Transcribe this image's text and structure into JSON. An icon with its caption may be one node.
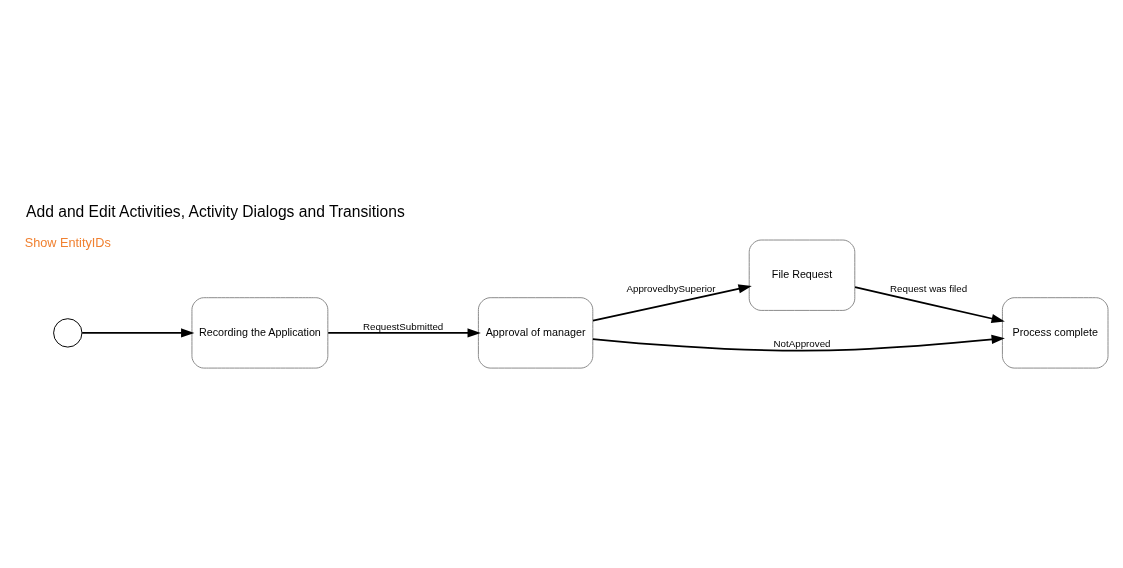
{
  "diagram": {
    "title": "Add and Edit Activities, Activity Dialogs and Transitions",
    "nodes": [
      {
        "text": [],
        "shape": "circle"
      },
      {
        "text": [
          "Recording the Application"
        ]
      },
      {
        "text": [
          "Approval of manager"
        ]
      },
      {
        "text": [
          "File Request"
        ]
      },
      {
        "text": [
          "Process complete"
        ]
      }
    ],
    "edges": [
      {
        "from": 0,
        "to": 1,
        "arrow": "to"
      },
      {
        "from": 1,
        "to": 2,
        "arrow": "to",
        "label": "RequestSubmitted"
      },
      {
        "from": 2,
        "to": 4,
        "arrow": "to",
        "label": "NotApproved"
      },
      {
        "from": 2,
        "to": 3,
        "arrow": "to",
        "label": "ApprovedbySuperior"
      },
      {
        "from": 3,
        "to": 4,
        "arrow": "to",
        "label": "Request was filed"
      }
    ],
    "labels": [
      "Show EntityIDs"
    ]
  }
}
